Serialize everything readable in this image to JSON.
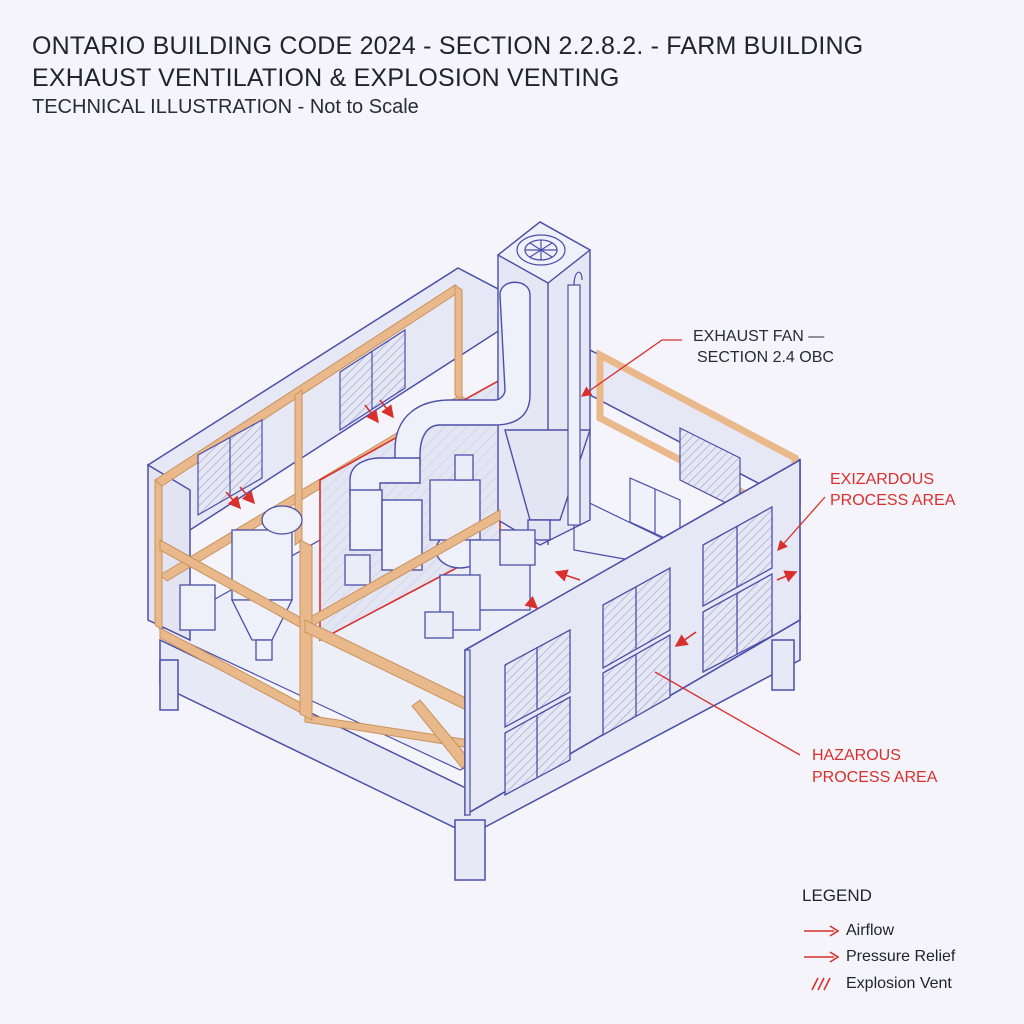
{
  "header": {
    "title_line1": "ONTARIO BUILDING CODE 2024 - SECTION 2.2.8.2. - FARM BUILDING",
    "title_line2": "EXHAUST VENTILATION & EXPLOSION VENTING",
    "subtitle": "TECHNICAL ILLUSTRATION - Not to Scale"
  },
  "callouts": {
    "exhaust_fan_line1": "EXHAUST FAN —",
    "exhaust_fan_line2": "SECTION 2.4 OBC",
    "exizardous_line1": "EXIZARDOUS",
    "exizardous_line2": "PROCESS AREA",
    "hazarous_line1": "HAZAROUS",
    "hazarous_line2": "PROCESS AREA"
  },
  "legend": {
    "title": "LEGEND",
    "items": [
      {
        "label": "Airflow",
        "symbol": "arrow"
      },
      {
        "label": "Pressure Relief",
        "symbol": "arrow"
      },
      {
        "label": "Explosion Vent",
        "symbol": "hatch"
      }
    ]
  },
  "colors": {
    "line": "#4b4fa8",
    "timber": "#e9b98b",
    "accent_red": "#d9302e",
    "panel_fill": "#e8e9f6"
  }
}
